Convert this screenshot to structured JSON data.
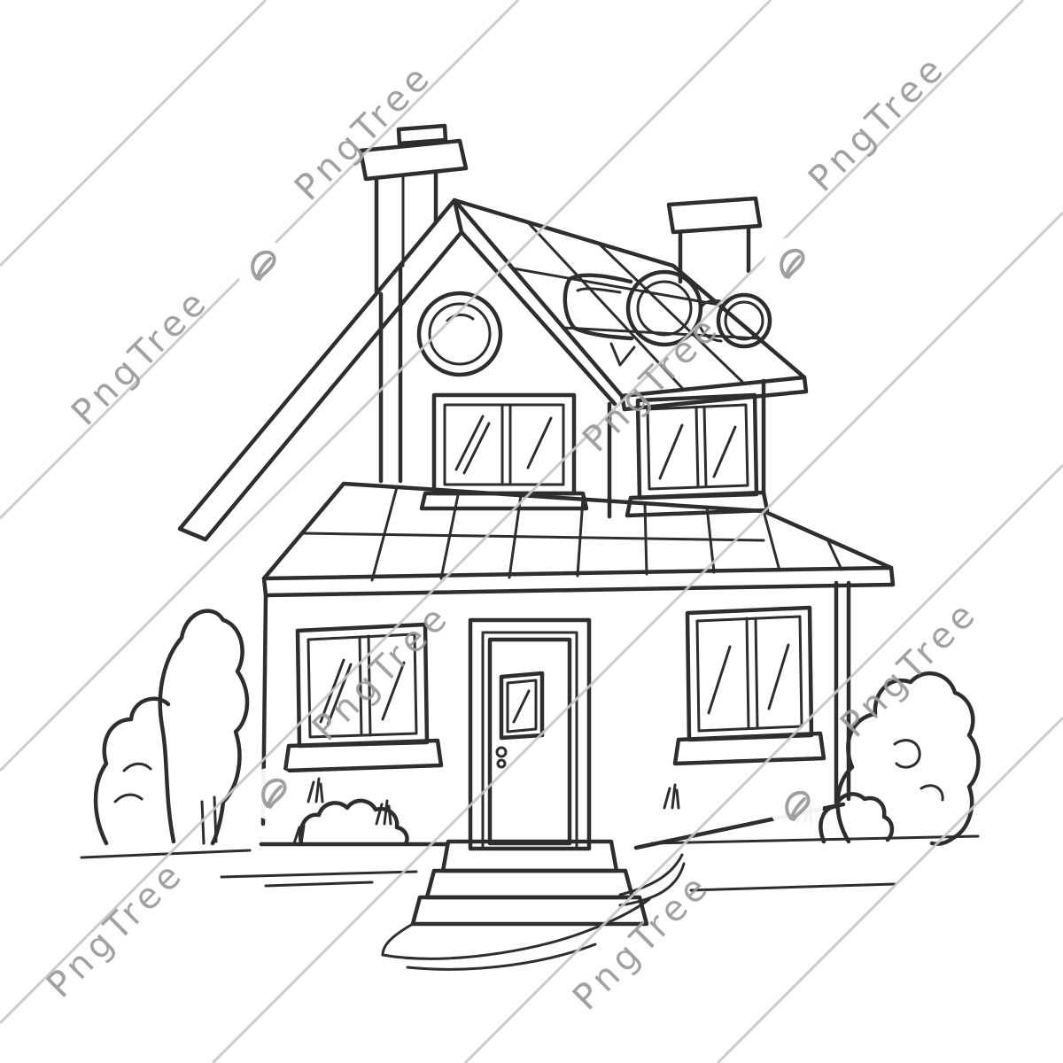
{
  "meta": {
    "type": "watermarked-stock-illustration",
    "description": "Black and white coloring-page line drawing of a two-story cottage house with a capped chimney, a round attic window, roof vents, a tiled awning roof, casement windows with sills, a front door with small window and knob, stone steps, a winding path, grass tufts and bushes on both sides",
    "background_color": "#ffffff",
    "line_color": "#2e2e2e"
  },
  "watermark": {
    "text": "PngTree",
    "text_color": "#9a9a9a",
    "line_color": "#c7c7c7",
    "logo_name": "pngtree-leaf-logo"
  }
}
